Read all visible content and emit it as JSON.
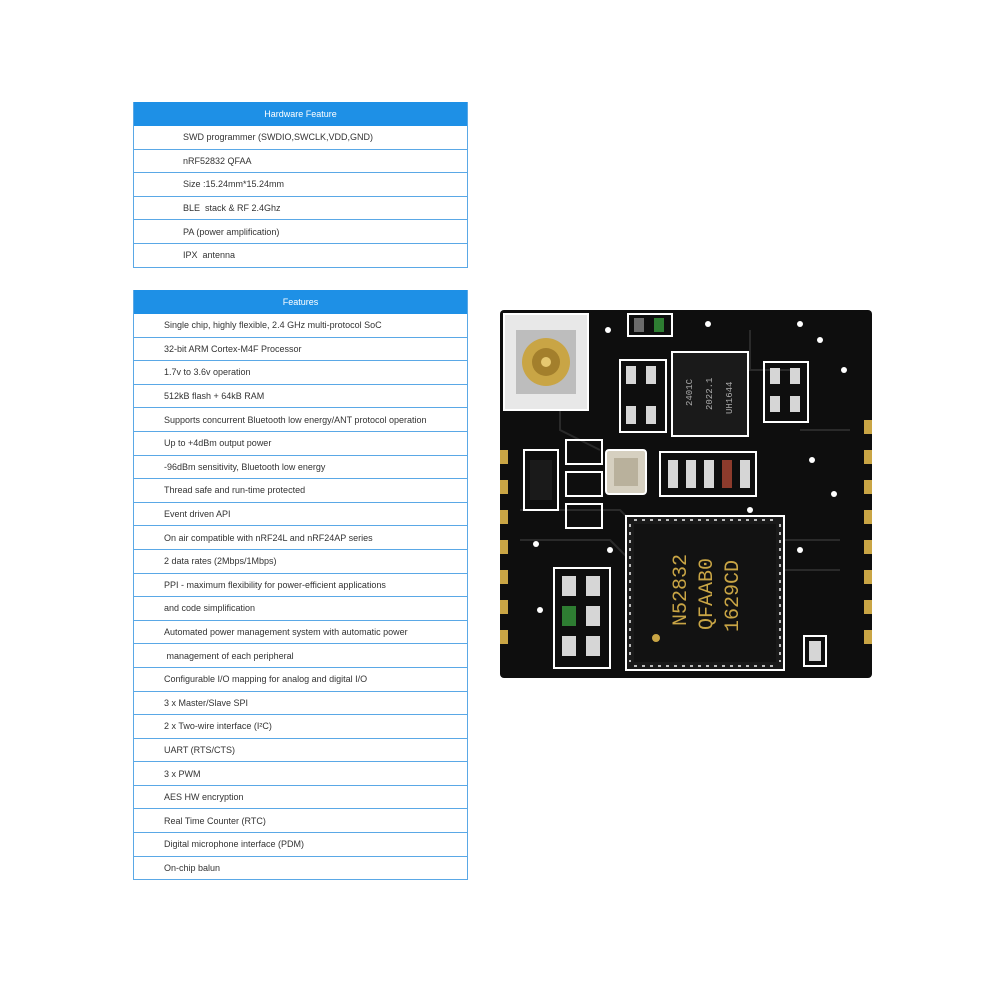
{
  "hardware": {
    "title": "Hardware Feature",
    "rows": [
      "SWD programmer (SWDIO,SWCLK,VDD,GND)",
      "nRF52832 QFAA",
      "Size :15.24mm*15.24mm",
      "BLE  stack & RF 2.4Ghz",
      "PA (power amplification)",
      "IPX  antenna"
    ]
  },
  "features": {
    "title": "Features",
    "rows": [
      "Single chip, highly flexible, 2.4 GHz multi-protocol SoC",
      "32-bit ARM Cortex-M4F Processor",
      "1.7v to 3.6v operation",
      "512kB flash + 64kB RAM",
      "Supports concurrent Bluetooth low energy/ANT protocol operation",
      "Up to +4dBm output power",
      "-96dBm sensitivity, Bluetooth low energy",
      "Thread safe and run-time protected",
      "Event driven API",
      "On air compatible with nRF24L and nRF24AP series",
      "2 data rates (2Mbps/1Mbps)",
      "PPI - maximum flexibility for power-efficient applications",
      "and code simplification",
      "Automated power management system with automatic power",
      " management of each peripheral",
      "Configurable I/O mapping for analog and digital I/O",
      "3 x Master/Slave SPI",
      "2 x Two-wire interface (I²C)",
      "UART (RTS/CTS)",
      "3 x PWM",
      "AES HW encryption",
      "Real Time Counter (RTC)",
      "Digital microphone interface (PDM)",
      "On-chip balun"
    ]
  },
  "board": {
    "main_chip": [
      "N52832",
      "QFAAB0",
      "1629CD"
    ],
    "small_chip": [
      "2401C",
      "2022.1",
      "UH1644"
    ],
    "colors": {
      "pcb": "#111111",
      "accent": "#1e90e6",
      "gold": "#c9a545"
    }
  }
}
